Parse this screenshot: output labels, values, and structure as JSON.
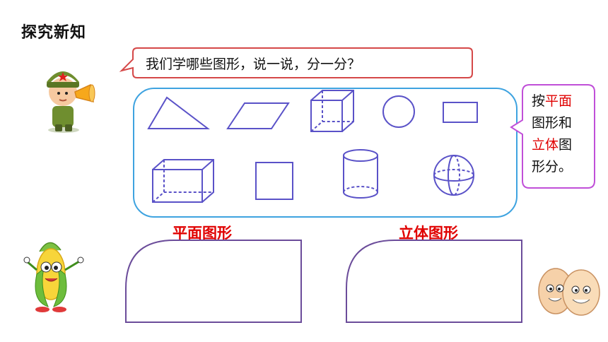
{
  "page": {
    "title": "探究新知"
  },
  "speech": {
    "text": "我们学哪些图形，说一说，分一分？"
  },
  "hint": {
    "part1": "按",
    "red1": "平面",
    "part2": "图形和",
    "red2": "立体",
    "part3": "图",
    "part4": "形分。"
  },
  "categories": {
    "plane_label": "平面图形",
    "solid_label": "立体图形"
  },
  "colors": {
    "accent_red": "#e00000",
    "box_blue": "#3ea3e0",
    "bubble_purple": "#c04fd8",
    "drop_purple": "#6b4c9a",
    "shape_stroke": "#5a52c8"
  },
  "shapes": [
    "triangle",
    "parallelogram",
    "cube",
    "circle",
    "rectangle",
    "cuboid",
    "square",
    "cylinder",
    "sphere"
  ]
}
